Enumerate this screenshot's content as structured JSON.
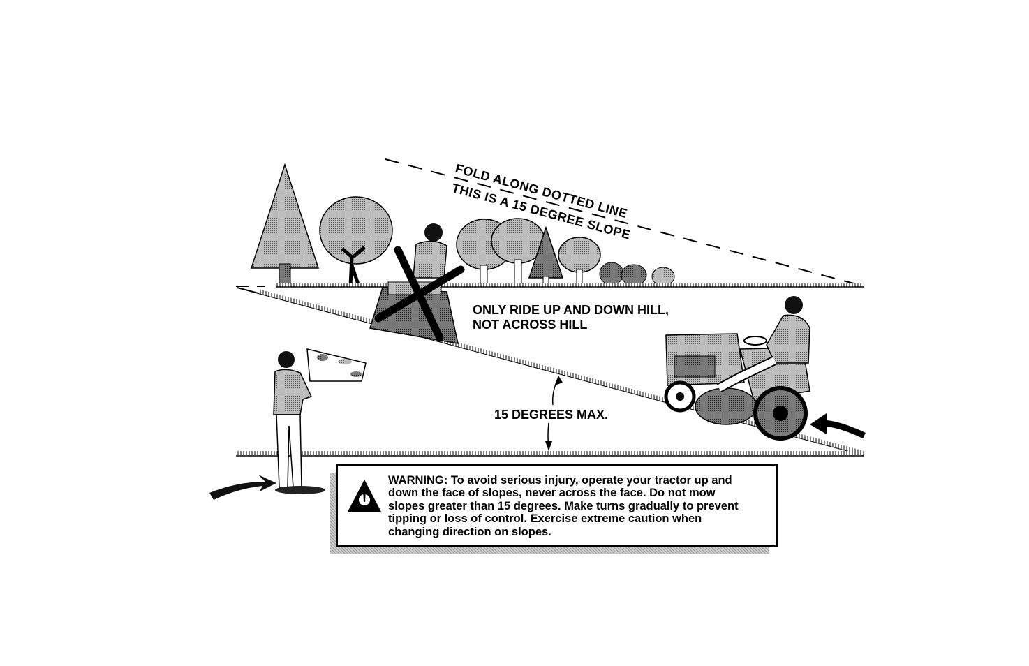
{
  "diagram": {
    "fold_label": "FOLD ALONG DOTTED LINE",
    "slope_label": "THIS IS A 15 DEGREE SLOPE",
    "ride_label": "ONLY RIDE UP AND DOWN HILL,\nNOT ACROSS HILL",
    "degrees_label": "15 DEGREES MAX."
  },
  "warning": {
    "icon": "warning-triangle-icon",
    "text": "WARNING: To avoid serious injury, operate your tractor up and\ndown the face of slopes, never across the face. Do not mow\nslopes greater than 15 degrees. Make turns gradually to prevent\ntipping or loss of control. Exercise extreme caution when\nchanging direction on slopes."
  },
  "colors": {
    "ink": "#000000",
    "shade": "#8a8a8a",
    "paper": "#ffffff"
  }
}
